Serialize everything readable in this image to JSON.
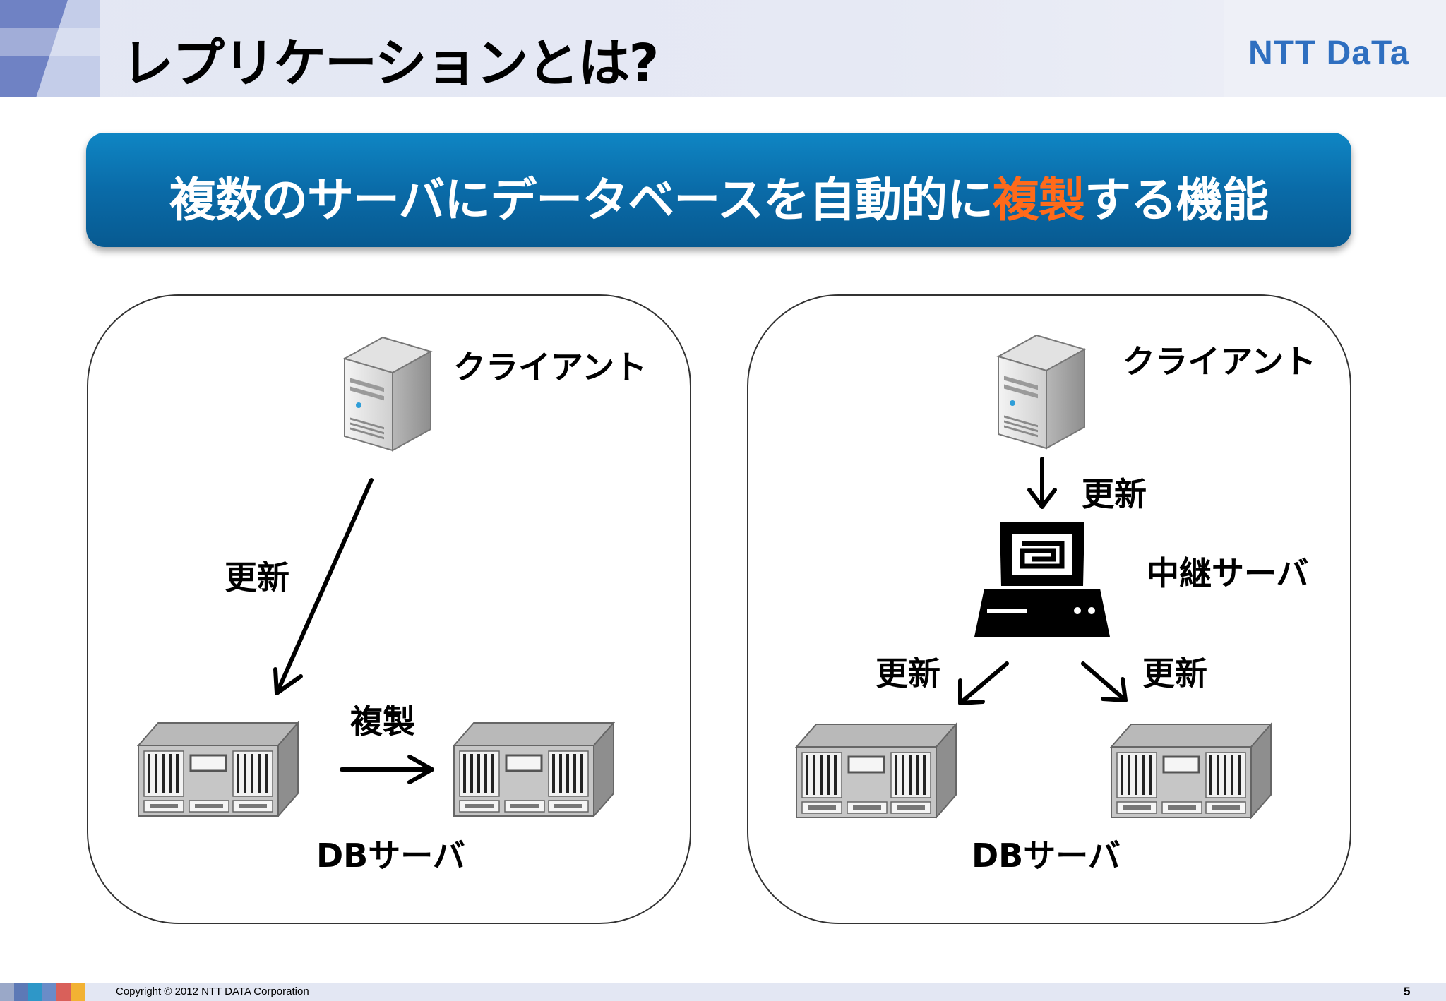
{
  "header": {
    "title": "レプリケーションとは?",
    "logo_text": "NTT DaTa"
  },
  "banner": {
    "text_before": "複数のサーバにデータベースを自動的に",
    "text_highlight": "複製",
    "text_after": "する機能",
    "highlight_color": "#ff6a1a"
  },
  "left_panel": {
    "client_label": "クライアント",
    "update_label": "更新",
    "replicate_label": "複製",
    "db_label": "DBサーバ"
  },
  "right_panel": {
    "client_label": "クライアント",
    "update_label_top": "更新",
    "relay_label": "中継サーバ",
    "update_label_left": "更新",
    "update_label_right": "更新",
    "db_label": "DBサーバ"
  },
  "footer": {
    "copyright": "Copyright © 2012 NTT DATA Corporation",
    "page_number": "5",
    "square_colors": [
      "#9aa8c8",
      "#5d79b6",
      "#2e97c8",
      "#6a8cc8",
      "#d9605a",
      "#f2b233"
    ]
  },
  "icons": [
    "client-server-icon",
    "db-server-icon",
    "relay-terminal-icon",
    "arrow-icon"
  ]
}
